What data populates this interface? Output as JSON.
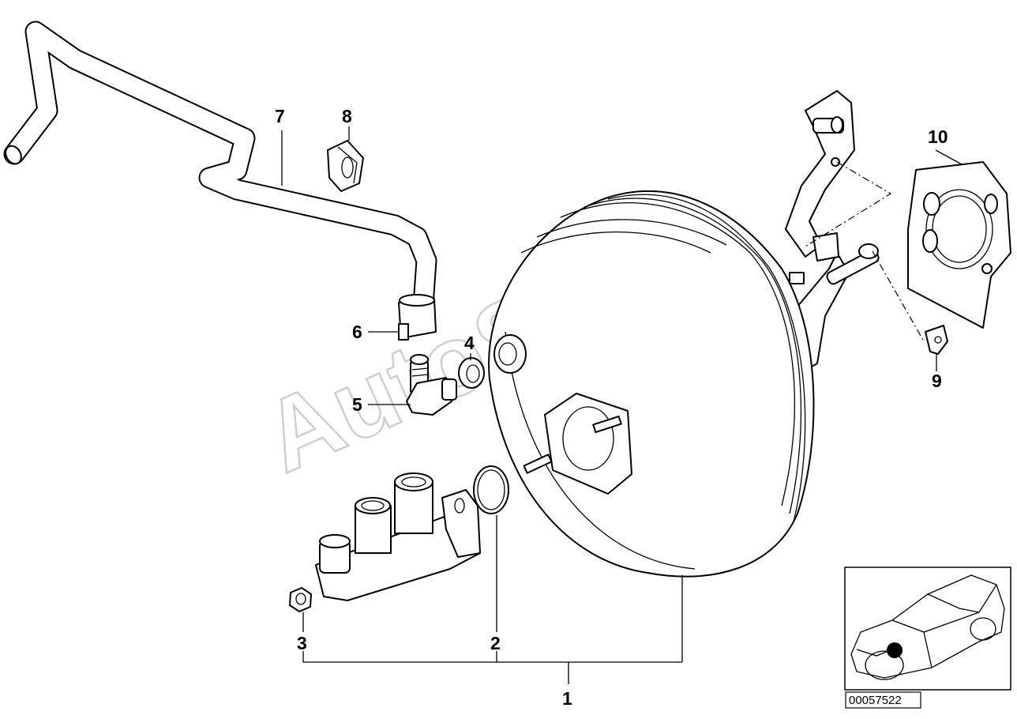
{
  "watermark": "AutoSoft",
  "callouts": [
    {
      "id": "1",
      "label": "1"
    },
    {
      "id": "2",
      "label": "2"
    },
    {
      "id": "3",
      "label": "3"
    },
    {
      "id": "4",
      "label": "4"
    },
    {
      "id": "5",
      "label": "5"
    },
    {
      "id": "6",
      "label": "6"
    },
    {
      "id": "7",
      "label": "7"
    },
    {
      "id": "8",
      "label": "8"
    },
    {
      "id": "9",
      "label": "9"
    },
    {
      "id": "10",
      "label": "10"
    }
  ],
  "reference_number": "00057522",
  "inset": {
    "marker_color": "#000000"
  }
}
